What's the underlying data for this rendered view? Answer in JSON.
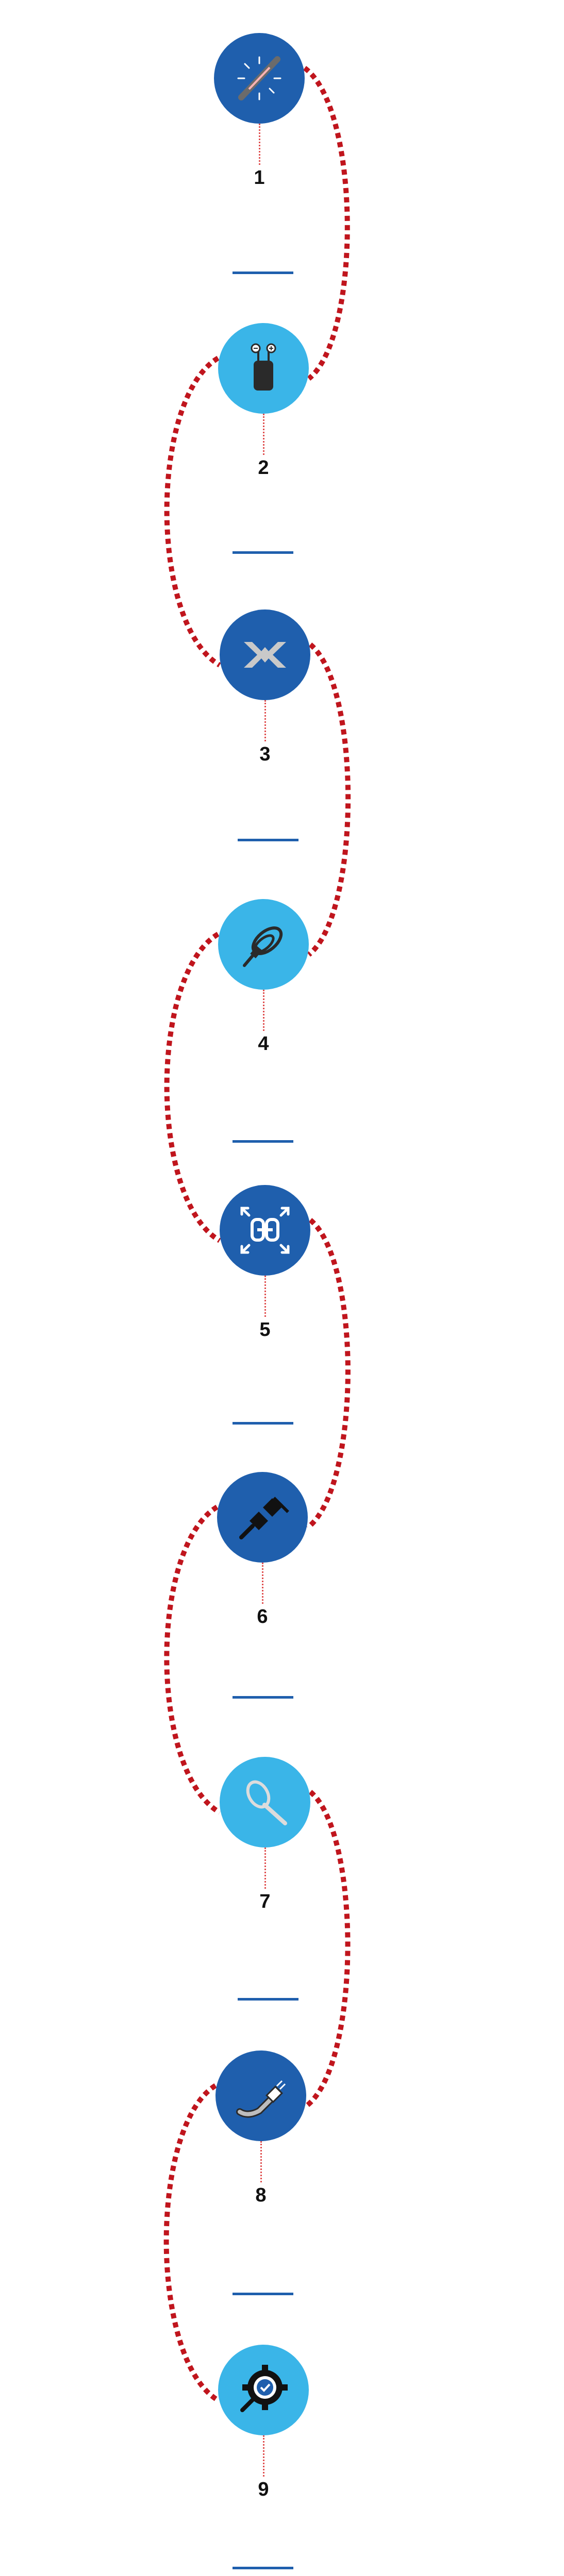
{
  "colors": {
    "dark_blue": "#1f5fad",
    "light_blue": "#3ab5e8",
    "connector_red": "#c0151d",
    "dash_blue": "#1f5fad"
  },
  "steps": [
    {
      "number": "1",
      "icon": "cable-splice-icon",
      "color": "dark_blue"
    },
    {
      "number": "2",
      "icon": "cable-terminals-icon",
      "color": "light_blue"
    },
    {
      "number": "3",
      "icon": "crossing-wires-icon",
      "color": "dark_blue"
    },
    {
      "number": "4",
      "icon": "coiled-cable-icon",
      "color": "light_blue"
    },
    {
      "number": "5",
      "icon": "broken-chain-icon",
      "color": "dark_blue"
    },
    {
      "number": "6",
      "icon": "unplugged-plug-icon",
      "color": "dark_blue"
    },
    {
      "number": "7",
      "icon": "cable-tie-icon",
      "color": "light_blue"
    },
    {
      "number": "8",
      "icon": "bent-hose-icon",
      "color": "dark_blue"
    },
    {
      "number": "9",
      "icon": "gear-check-icon",
      "color": "light_blue"
    }
  ]
}
